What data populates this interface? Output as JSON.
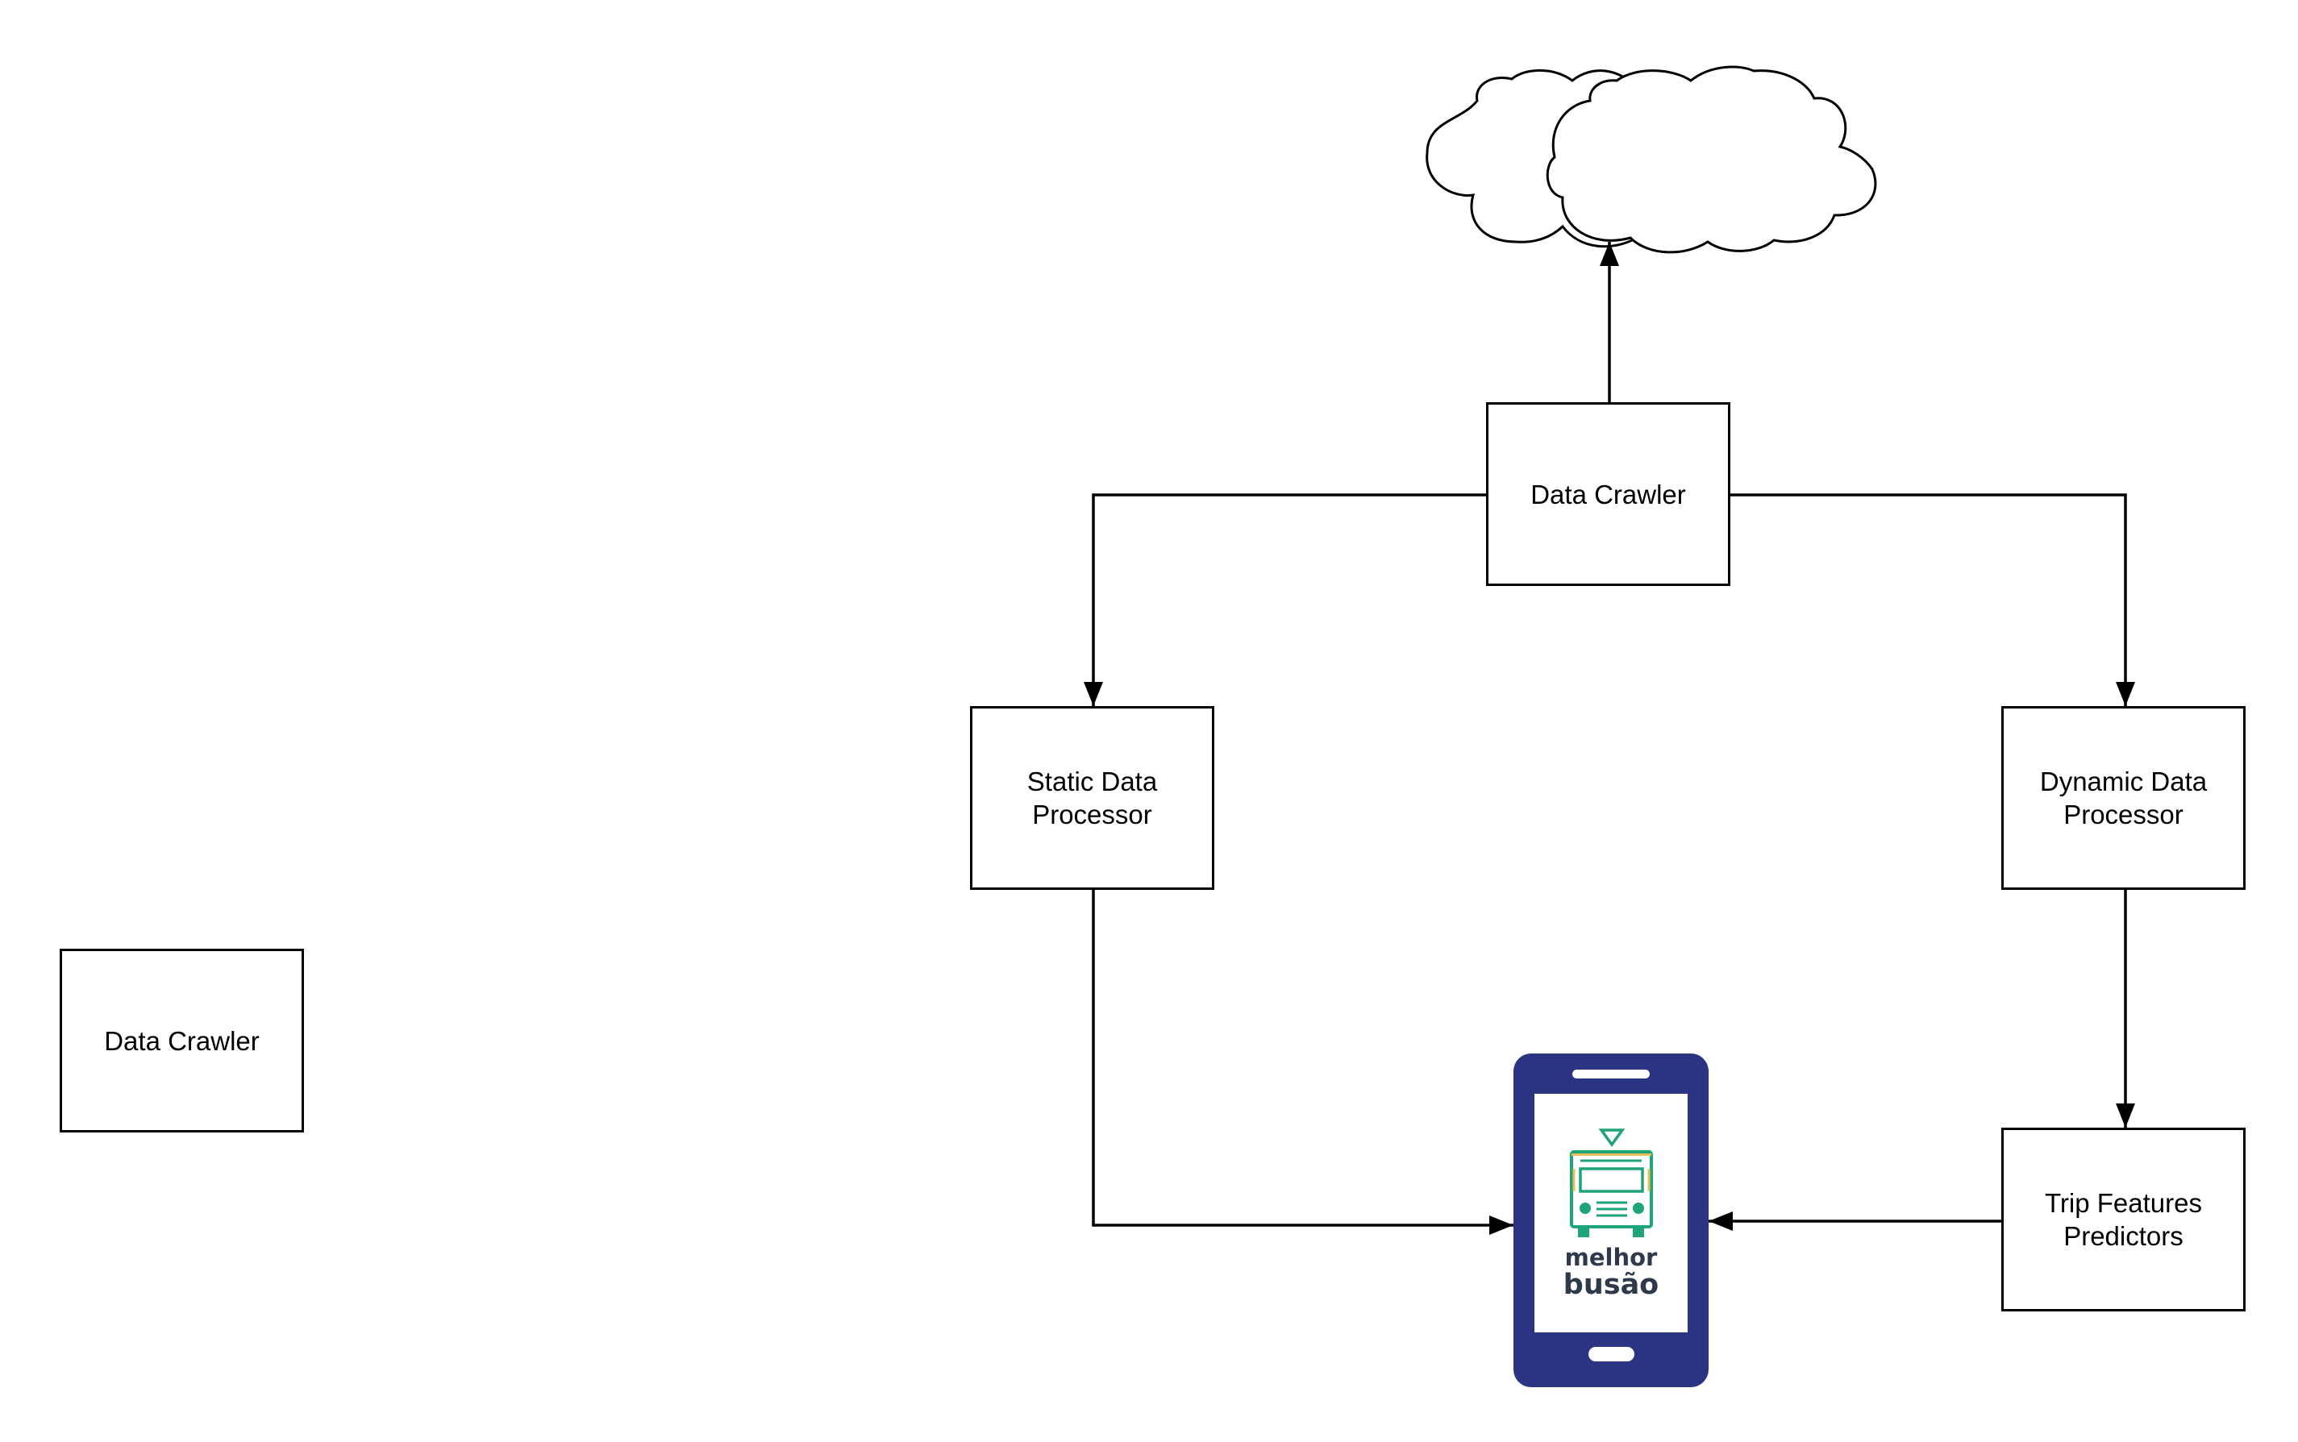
{
  "nodes": {
    "standalone_crawler": "Data Crawler",
    "main_crawler": "Data Crawler",
    "static_processor": "Static Data\nProcessor",
    "dynamic_processor": "Dynamic Data\nProcessor",
    "trip_predictors": "Trip Features\nPredictors"
  },
  "app_logo": {
    "line1": "melhor",
    "line2": "busão"
  },
  "edges": [
    {
      "from": "main_crawler",
      "to": "cloud"
    },
    {
      "from": "main_crawler",
      "to": "static_processor"
    },
    {
      "from": "main_crawler",
      "to": "dynamic_processor"
    },
    {
      "from": "dynamic_processor",
      "to": "trip_predictors"
    },
    {
      "from": "static_processor",
      "to": "mobile_app"
    },
    {
      "from": "trip_predictors",
      "to": "mobile_app"
    }
  ],
  "colors": {
    "phone": "#2b3483",
    "logo_green": "#1fa37a",
    "logo_yellow": "#e8c15a",
    "logo_text": "#2e3a4c"
  },
  "icons": [
    "cloud-icon",
    "smartphone-icon",
    "bus-icon"
  ]
}
